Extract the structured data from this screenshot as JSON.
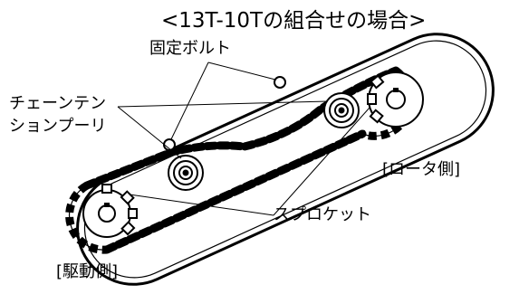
{
  "title": "<13T-10Tの組合せの場合>",
  "labels": {
    "fixing_bolt": "固定ボルト",
    "tension_pulley_line1": "チェーンテン",
    "tension_pulley_line2": "ションプーリ",
    "rotor_side": "[ロータ側]",
    "sprocket": "スプロケット",
    "drive_side": "[駆動側]"
  },
  "colors": {
    "ink": "#000000",
    "background": "#ffffff"
  }
}
